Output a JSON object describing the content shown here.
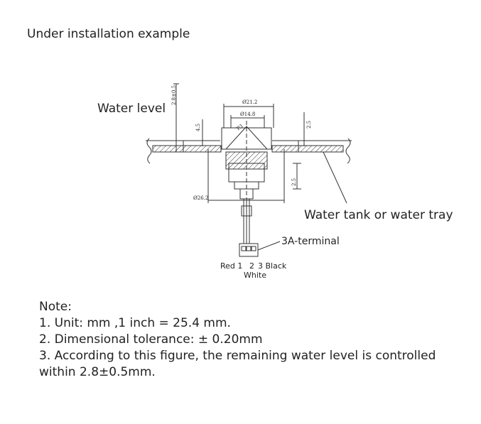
{
  "title": "Under installation example",
  "labels": {
    "water_level": "Water level",
    "water_tank": "Water tank or water tray",
    "terminal": "3A-terminal"
  },
  "dimensions": {
    "level_tolerance": "2.8±0.5",
    "dia_outer_top": "Ø21.2",
    "dia_inner_top": "Ø14.8",
    "radius": "R1",
    "height_left": "4.5",
    "height_right_top": "2.5",
    "height_right_bottom": "2.5",
    "dia_bottom": "Ø26.2"
  },
  "connector": {
    "left": "Red 1",
    "middle": "2",
    "right": "3 Black",
    "bottom": "White"
  },
  "notes": {
    "heading": "Note:",
    "items": [
      "1. Unit: mm ,1 inch = 25.4 mm.",
      "2. Dimensional tolerance: ± 0.20mm",
      "3. According to this figure, the remaining water level is controlled",
      "within 2.8±0.5mm."
    ]
  }
}
